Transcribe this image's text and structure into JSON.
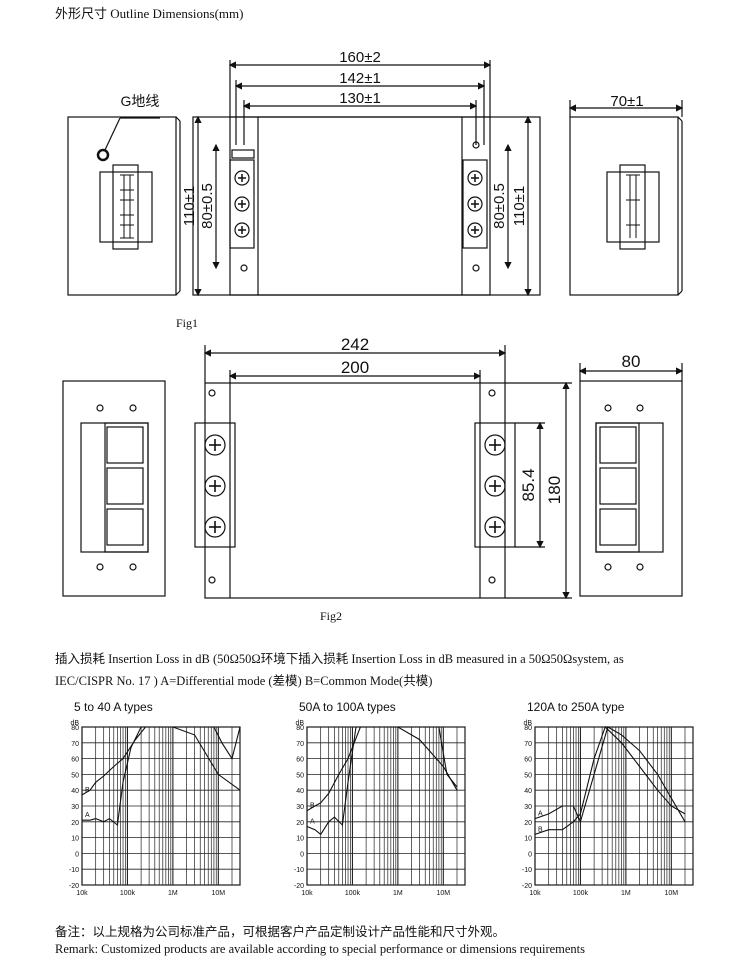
{
  "header": {
    "title": "外形尺寸  Outline Dimensions(mm)"
  },
  "fig1": {
    "label": "Fig1",
    "dim_160": "160±2",
    "dim_142": "142±1",
    "dim_130": "130±1",
    "dim_110_left": "110±1",
    "dim_80_left": "80±0.5",
    "dim_80_right": "80±0.5",
    "dim_110_right": "110±1",
    "dim_70": "70±1",
    "ground_label": "G地线"
  },
  "fig2": {
    "label": "Fig2",
    "dim_242": "242",
    "dim_200": "200",
    "dim_85": "85.4",
    "dim_180": "180",
    "dim_80": "80"
  },
  "insertion": {
    "line1": "插入损耗  Insertion Loss in dB (50Ω50Ω环境下插入损耗  Insertion Loss in dB measured in a 50Ω50Ωsystem, as",
    "line2": "IEC/CISPR No. 17 ) A=Differential mode (差模) B=Common Mode(共模)"
  },
  "chart_data": [
    {
      "type": "line",
      "title": "5 to 40 A types",
      "ylabel": "dB",
      "yticks": [
        "80",
        "70",
        "60",
        "50",
        "40",
        "30",
        "20",
        "10",
        "0",
        "-10",
        "-20"
      ],
      "xticks": [
        "10k",
        "100k",
        "1M",
        "10M"
      ],
      "xscale": "log",
      "xlim": [
        10000,
        30000000
      ],
      "ylim": [
        -20,
        80
      ],
      "series": [
        {
          "name": "A",
          "x": [
            10000,
            15000,
            20000,
            30000,
            40000,
            60000,
            80000,
            120000,
            200000,
            400000,
            1000000,
            3000000,
            10000000,
            30000000
          ],
          "y": [
            21,
            21,
            22,
            20,
            22,
            18,
            45,
            67,
            80,
            80,
            80,
            75,
            50,
            40
          ]
        },
        {
          "name": "B",
          "x": [
            10000,
            15000,
            20000,
            30000,
            50000,
            80000,
            150000,
            250000,
            400000,
            1000000,
            3000000,
            8000000,
            12000000,
            20000000,
            30000000
          ],
          "y": [
            37,
            40,
            45,
            49,
            55,
            60,
            72,
            80,
            80,
            80,
            80,
            80,
            70,
            60,
            80
          ]
        }
      ]
    },
    {
      "type": "line",
      "title": "50A to 100A types",
      "ylabel": "dB",
      "yticks": [
        "80",
        "70",
        "60",
        "50",
        "40",
        "30",
        "20",
        "10",
        "0",
        "-10",
        "-20"
      ],
      "xticks": [
        "10k",
        "100k",
        "1M",
        "10M"
      ],
      "xscale": "log",
      "xlim": [
        10000,
        30000000
      ],
      "ylim": [
        -20,
        80
      ],
      "series": [
        {
          "name": "A",
          "x": [
            10000,
            15000,
            20000,
            30000,
            40000,
            60000,
            80000,
            120000,
            200000,
            400000,
            1000000,
            3000000,
            10000000,
            20000000
          ],
          "y": [
            17,
            15,
            12,
            20,
            23,
            18,
            45,
            80,
            80,
            80,
            80,
            72,
            55,
            40
          ]
        },
        {
          "name": "B",
          "x": [
            10000,
            15000,
            20000,
            30000,
            50000,
            80000,
            150000,
            300000,
            1000000,
            3000000,
            8000000,
            12000000,
            20000000
          ],
          "y": [
            27,
            30,
            32,
            38,
            50,
            60,
            80,
            80,
            80,
            80,
            80,
            50,
            42
          ]
        }
      ]
    },
    {
      "type": "line",
      "title": "120A to 250A type",
      "ylabel": "dB",
      "yticks": [
        "80",
        "70",
        "60",
        "50",
        "40",
        "30",
        "20",
        "10",
        "0",
        "-10",
        "-20"
      ],
      "xticks": [
        "10k",
        "100k",
        "1M",
        "10M"
      ],
      "xscale": "log",
      "xlim": [
        10000,
        30000000
      ],
      "ylim": [
        -20,
        80
      ],
      "series": [
        {
          "name": "A",
          "x": [
            10000,
            20000,
            40000,
            70000,
            100000,
            200000,
            400000,
            800000,
            2000000,
            5000000,
            10000000,
            20000000
          ],
          "y": [
            22,
            25,
            30,
            30,
            20,
            50,
            80,
            75,
            65,
            50,
            35,
            20
          ]
        },
        {
          "name": "B",
          "x": [
            10000,
            20000,
            40000,
            70000,
            100000,
            200000,
            350000,
            800000,
            2000000,
            5000000,
            10000000,
            20000000
          ],
          "y": [
            12,
            15,
            15,
            20,
            25,
            60,
            80,
            70,
            55,
            40,
            30,
            25
          ]
        }
      ]
    }
  ],
  "remark": {
    "cn": "备注：以上规格为公司标准产品，可根据客户产品定制设计产品性能和尺寸外观。",
    "en": "Remark: Customized products are available according to special performance or dimensions requirements"
  }
}
